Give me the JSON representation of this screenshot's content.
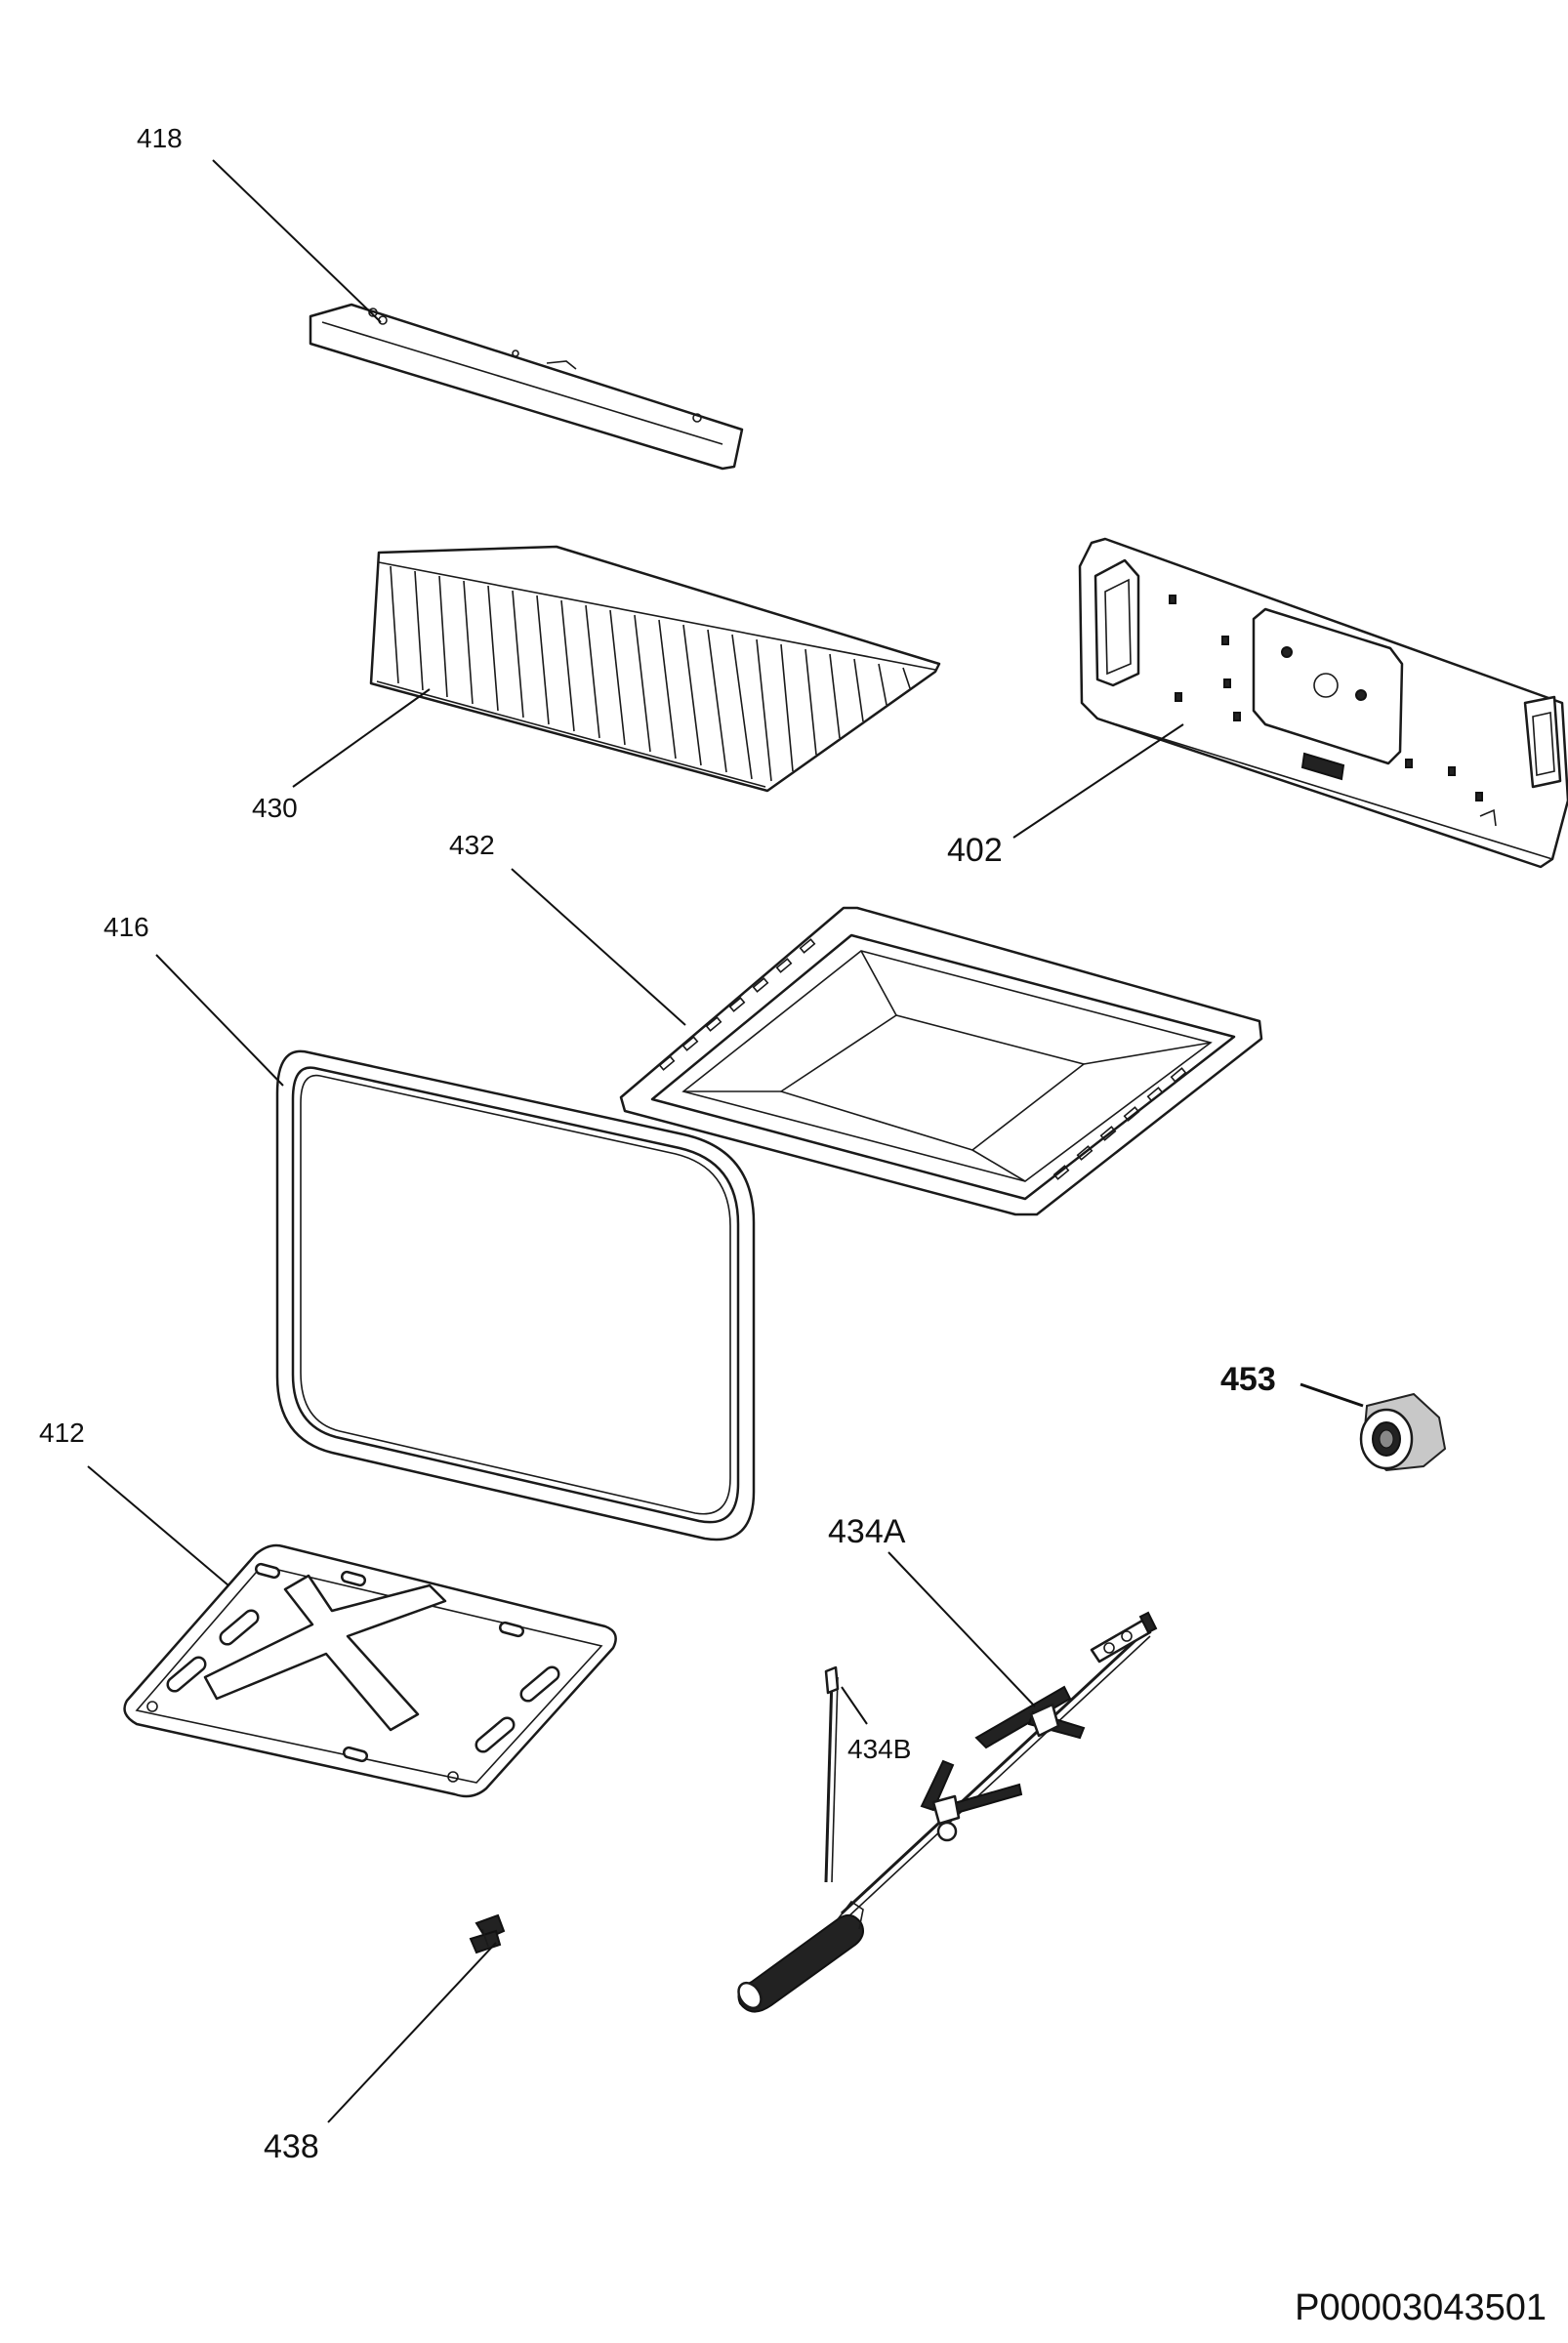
{
  "labels": {
    "p418": "418",
    "p430": "430",
    "p402": "402",
    "p432": "432",
    "p416": "416",
    "p453": "453",
    "p412": "412",
    "p434a": "434A",
    "p434b": "434B",
    "p438": "438"
  },
  "document_number": "P00003043501"
}
